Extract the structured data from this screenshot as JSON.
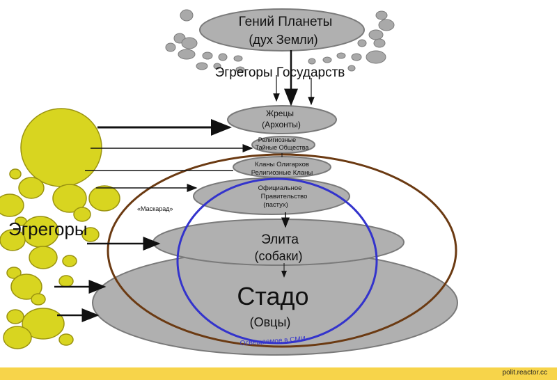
{
  "colors": {
    "disc_fill": "#b0b0b0",
    "disc_stroke": "#7a7a7a",
    "egregor_fill": "#d8d520",
    "egregor_stroke": "#9a9310",
    "outer_ring": "#6b3a12",
    "inner_ring": "#3333cc",
    "bubble_fill": "#a9a9a9",
    "footer_bar": "#f7d44a"
  },
  "nodes": {
    "genius": {
      "line1": "Гений Планеты",
      "line2": "(дух Земли)"
    },
    "state_egregors": "Эгрегоры Государств",
    "priests": {
      "line1": "Жрецы",
      "line2": "(Архонты)"
    },
    "secret": {
      "line1": "Религиозные",
      "line2": "Тайные Общества"
    },
    "clans": {
      "line1": "Кланы Олигархов",
      "line2": "Религиозные Кланы"
    },
    "government": {
      "line1": "Официальное",
      "line2": "Правительство",
      "line3": "(пастух)"
    },
    "elite": {
      "line1": "Элита",
      "line2": "(собаки)"
    },
    "herd": {
      "line1": "Стадо",
      "line2": "(Овцы)"
    }
  },
  "labels": {
    "egregors": "Эгрегоры",
    "masquerade": "«Маскарад»",
    "media": "Освещаемое в СМИ"
  },
  "footer": {
    "site": "polit.reactor.cc"
  }
}
